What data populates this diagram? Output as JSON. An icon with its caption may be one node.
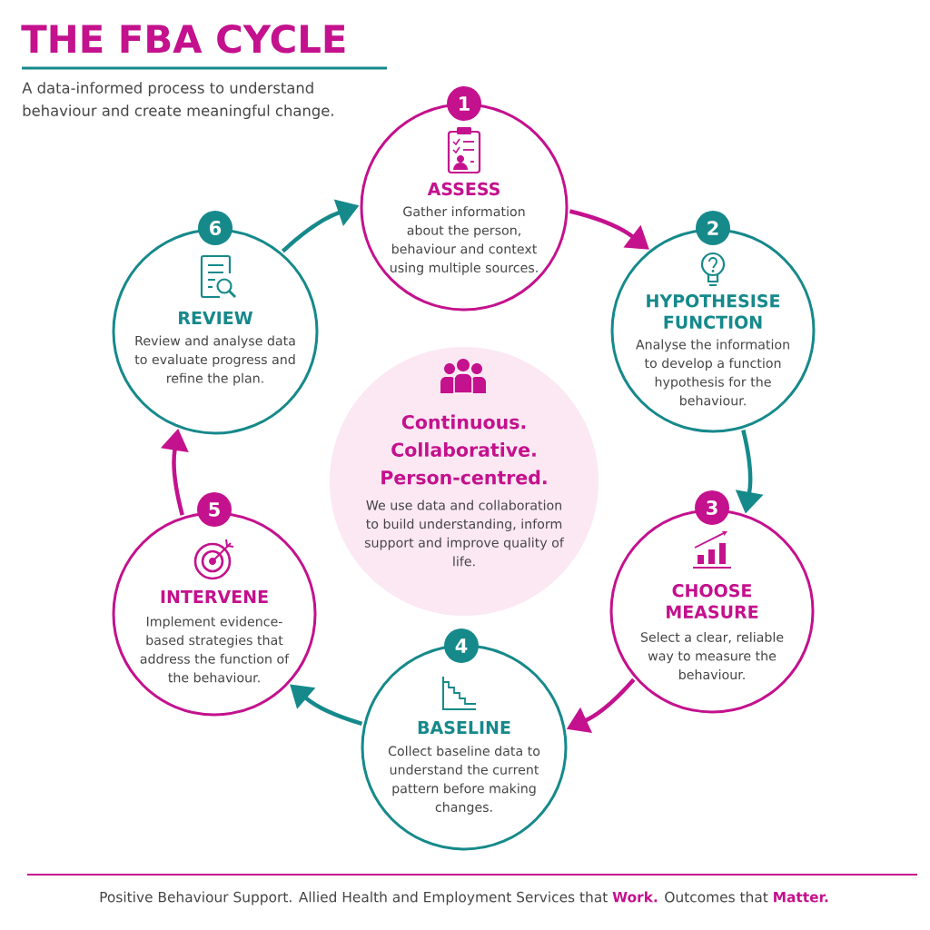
{
  "diagram": {
    "title": "THE FBA CYCLE",
    "nodes": [
      {
        "text": [
          "1",
          "ASSESS",
          "Gather information about the person, behaviour and context using multiple sources."
        ]
      },
      {
        "text": [
          "2",
          "HYPOTHESISE FUNCTION",
          "Analyse the information to develop a function hypothesis for the behaviour."
        ]
      },
      {
        "text": [
          "3",
          "CHOOSE MEASURE",
          "Select a clear, reliable way to measure the behaviour."
        ]
      },
      {
        "text": [
          "4",
          "BASELINE",
          "Collect baseline data to understand the current pattern before making changes."
        ]
      },
      {
        "text": [
          "5",
          "INTERVENE",
          "Implement evidence-based strategies that address the function of the behaviour."
        ]
      },
      {
        "text": [
          "6",
          "REVIEW",
          "Review and analyse data to evaluate progress and refine the plan."
        ]
      },
      {
        "text": [
          "Continuous. Collaborative. Person-centred.",
          "We use data and collaboration to build understanding, inform support and improve quality of life."
        ]
      }
    ],
    "edges": [
      {
        "from": 0,
        "to": 1,
        "arrow": "to",
        "color": "#c4118d"
      },
      {
        "from": 1,
        "to": 2,
        "arrow": "to",
        "color": "#16898b"
      },
      {
        "from": 2,
        "to": 3,
        "arrow": "to",
        "color": "#c4118d"
      },
      {
        "from": 3,
        "to": 4,
        "arrow": "to",
        "color": "#16898b"
      },
      {
        "from": 4,
        "to": 5,
        "arrow": "to",
        "color": "#c4118d"
      },
      {
        "from": 5,
        "to": 0,
        "arrow": "to",
        "color": "#16898b"
      }
    ],
    "labels": [
      "A data-informed process to understand behaviour and create meaningful change.",
      "Positive Behaviour Support. Allied Health and Employment Services that **Work.** Outcomes that **Matter.**"
    ]
  }
}
